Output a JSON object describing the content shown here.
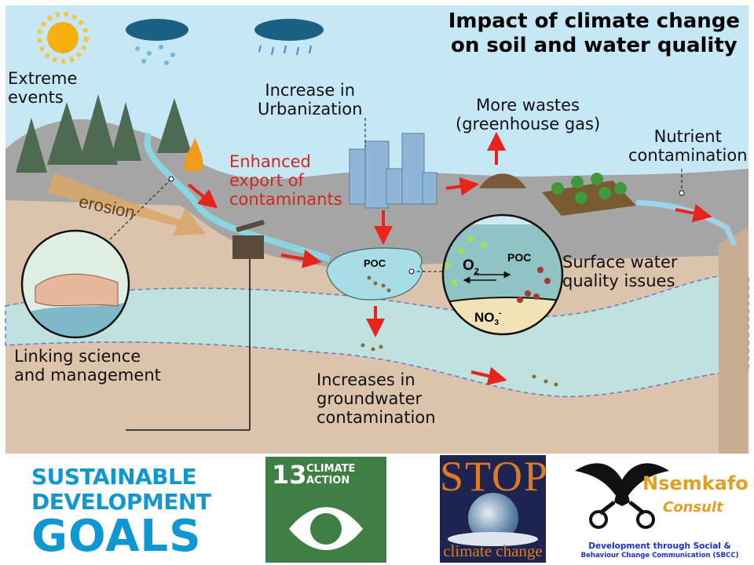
{
  "title": {
    "line1": "Impact of climate change",
    "line2": "on soil and water quality"
  },
  "labels": {
    "extreme_events": [
      "Extreme",
      "events"
    ],
    "urbanization": [
      "Increase in",
      "Urbanization"
    ],
    "wastes": [
      "More wastes",
      "(greenhouse gas)"
    ],
    "nutrient": [
      "Nutrient",
      "contamination"
    ],
    "enhanced_export": [
      "Enhanced",
      "export of",
      "contaminants"
    ],
    "erosion": "erosion",
    "poc_pond": "POC",
    "inset_o2": "O",
    "inset_o2_sub": "2",
    "inset_poc": "POC",
    "inset_no3": "NO",
    "inset_no3_sub": "3",
    "inset_no3_sup": "-",
    "surface_water": [
      "Surface water",
      "quality issues"
    ],
    "linking": [
      "Linking science",
      "and management"
    ],
    "groundwater": [
      "Increases in",
      "groundwater",
      "contamination"
    ]
  },
  "logos": {
    "sdg": [
      "SUSTAINABLE",
      "DEVELOPMENT",
      "GOALS"
    ],
    "climate_action": {
      "number": "13",
      "line1": "CLIMATE",
      "line2": "ACTION"
    },
    "stop": {
      "top": "STOP",
      "bottom": "climate change"
    },
    "nsemkafo": {
      "name": "Nsemkafo",
      "sub": "Consult",
      "tag1": "Development through Social &",
      "tag2": "Behaviour Change Communication (SBCC)"
    }
  },
  "colors": {
    "sky": "#c6e7f6",
    "land": "#a5a5a5",
    "soil": "#dcc3ab",
    "water": "#bfe2df",
    "arrow": "#e8231b",
    "sdg_blue": "#0f97d3",
    "climate_green": "#3f7e44",
    "stop_orange": "#e07a22",
    "ns_gold": "#e0a020",
    "ns_blue": "#1a2fd0"
  }
}
